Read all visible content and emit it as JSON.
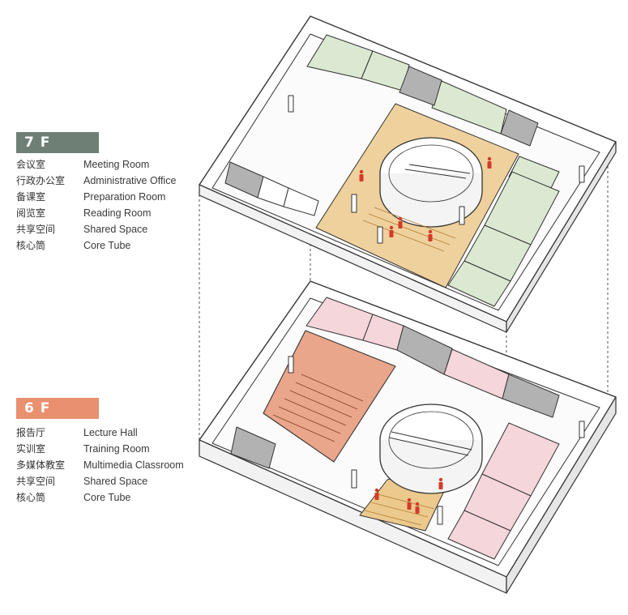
{
  "colors": {
    "floor7_badge": "#6e8076",
    "floor6_badge": "#e9906f",
    "meeting_room_fill": "#dbe9d2",
    "lecture_hall_fill": "#eaa68a",
    "training_room_fill": "#f5d6da",
    "shared_space_fill": "#ecc98c",
    "core_tube_fill": "#a9a9a9",
    "person": "#d63a2a",
    "outline": "#333333"
  },
  "floors": [
    {
      "id": "7F",
      "badge": "7 F",
      "legend": [
        {
          "zh": "会议室",
          "en": "Meeting Room"
        },
        {
          "zh": "行政办公室",
          "en": "Administrative Office"
        },
        {
          "zh": "备课室",
          "en": "Preparation Room"
        },
        {
          "zh": "阅览室",
          "en": "Reading Room"
        },
        {
          "zh": "共享空间",
          "en": "Shared Space"
        },
        {
          "zh": "核心筒",
          "en": "Core Tube"
        }
      ]
    },
    {
      "id": "6F",
      "badge": "6 F",
      "legend": [
        {
          "zh": "报告厅",
          "en": "Lecture Hall"
        },
        {
          "zh": "实训室",
          "en": "Training Room"
        },
        {
          "zh": "多媒体教室",
          "en": "Multimedia Classroom"
        },
        {
          "zh": "共享空间",
          "en": "Shared Space"
        },
        {
          "zh": "核心筒",
          "en": "Core Tube"
        }
      ]
    }
  ]
}
